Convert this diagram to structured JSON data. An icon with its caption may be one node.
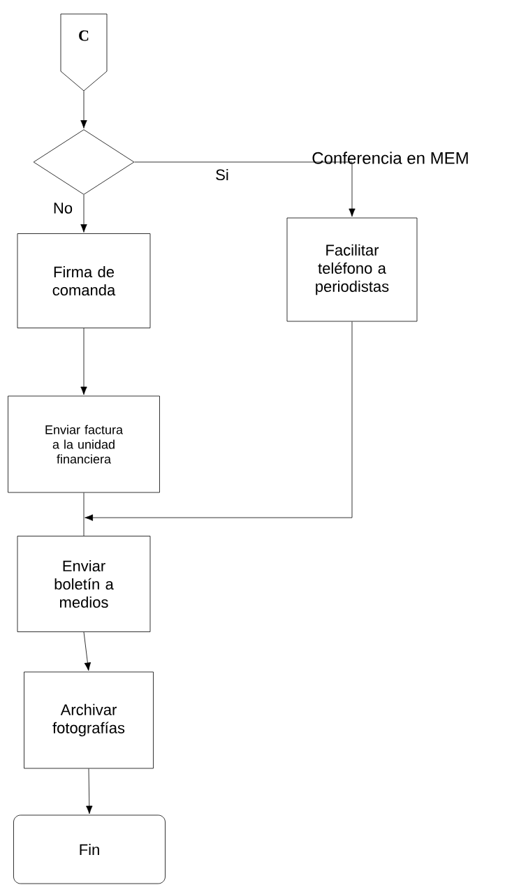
{
  "diagram": {
    "nodes": [
      {
        "text": [
          "C"
        ]
      },
      {
        "text": [],
        "shape": "diamond"
      },
      {
        "text": [
          "Firma de comanda"
        ]
      },
      {
        "text": [
          "Facilitar teléfono a periodistas"
        ]
      },
      {
        "text": [
          "Enviar factura a la unidad financiera"
        ]
      },
      {
        "text": [
          "Enviar boletín a medios"
        ]
      },
      {
        "text": [
          "Archivar fotografías"
        ]
      },
      {
        "text": [
          "Fin"
        ]
      }
    ],
    "edges": [
      {
        "from": 0,
        "to": 1,
        "arrow": "to"
      },
      {
        "from": 1,
        "to": 2,
        "arrow": "to",
        "label": "No"
      },
      {
        "from": 1,
        "to": 3,
        "arrow": "to",
        "label": "Si"
      },
      {
        "from": 2,
        "to": 4,
        "arrow": "to"
      },
      {
        "from": 4,
        "to": 5,
        "arrow": "none"
      },
      {
        "from": 3,
        "to": 5,
        "arrow": "to"
      },
      {
        "from": 5,
        "to": 6,
        "arrow": "to"
      },
      {
        "from": 6,
        "to": 7,
        "arrow": "to"
      }
    ],
    "labels": [
      "Conferencia en MEM"
    ]
  }
}
